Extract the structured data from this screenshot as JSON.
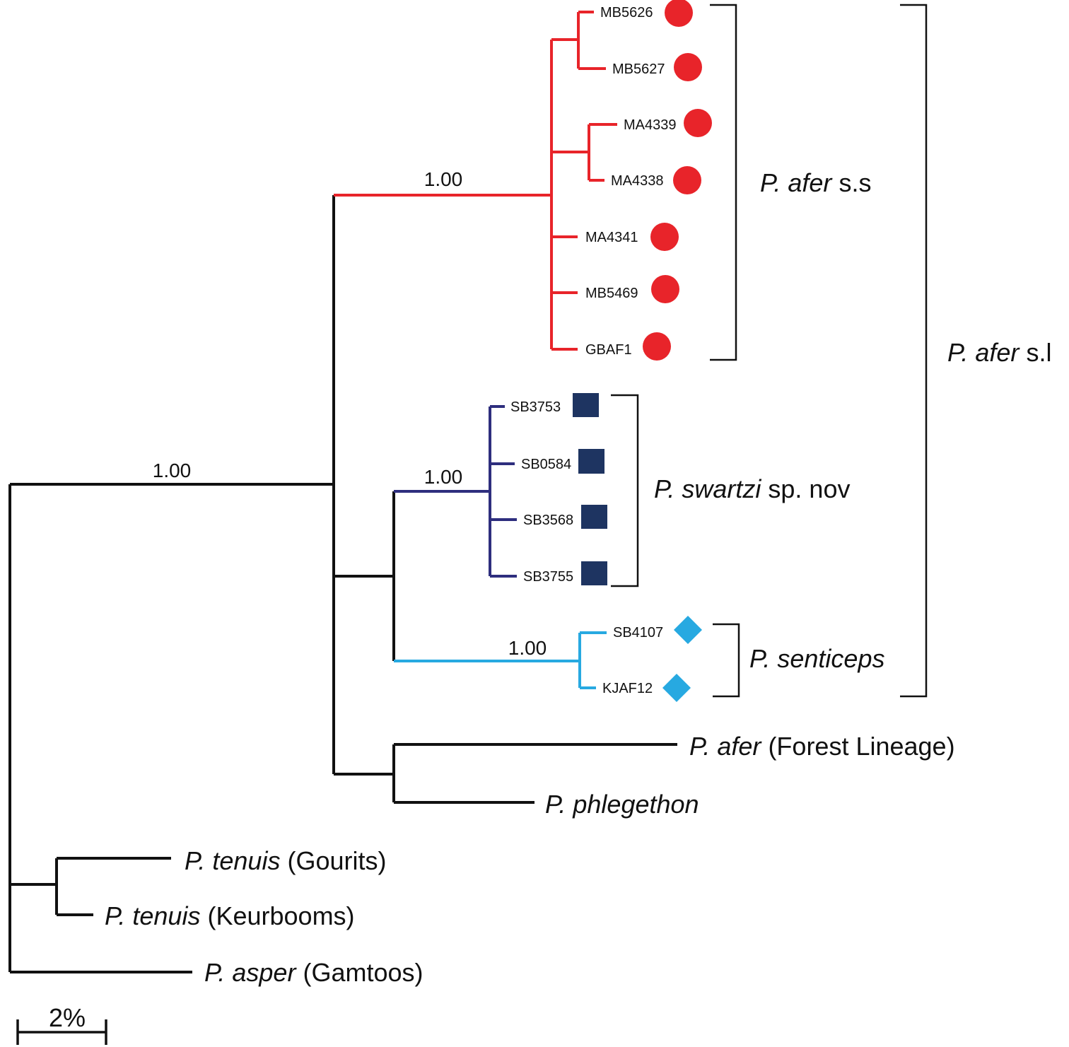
{
  "colors": {
    "afer_ss": "#e8242a",
    "swartzi": "#2e2e7e",
    "senticeps": "#27a9e1",
    "backbone": "#111111",
    "square_marker": "#1e3461",
    "diamond_marker": "#27a9e1",
    "circle_marker": "#e8242a"
  },
  "support_values": {
    "root_clade": "1.00",
    "afer_ss": "1.00",
    "swartzi": "1.00",
    "senticeps": "1.00"
  },
  "leaves": {
    "afer_ss": [
      "MB5626",
      "MB5627",
      "MA4339",
      "MA4338",
      "MA4341",
      "MB5469",
      "GBAF1"
    ],
    "swartzi": [
      "SB3753",
      "SB0584",
      "SB3568",
      "SB3755"
    ],
    "senticeps": [
      "SB4107",
      "KJAF12"
    ]
  },
  "clade_labels": {
    "afer_ss": {
      "genus": "P.",
      "species": "afer",
      "suffix": " s.s"
    },
    "afer_sl": {
      "genus": "P.",
      "species": "afer",
      "suffix": " s.l"
    },
    "swartzi": {
      "genus": "P.",
      "species": "swartzi",
      "suffix": " sp. nov"
    },
    "senticeps": {
      "genus": "P.",
      "species": "senticeps",
      "suffix": ""
    }
  },
  "taxa": {
    "afer_forest": {
      "genus": "P.",
      "species": "afer",
      "suffix": " (Forest Lineage)"
    },
    "phlegethon": {
      "genus": "P.",
      "species": "phlegethon",
      "suffix": ""
    },
    "tenuis_gourits": {
      "genus": "P.",
      "species": "tenuis",
      "suffix": " (Gourits)"
    },
    "tenuis_keurbooms": {
      "genus": "P.",
      "species": "tenuis",
      "suffix": " (Keurbooms)"
    },
    "asper_gamtoos": {
      "genus": "P.",
      "species": "asper",
      "suffix": " (Gamtoos)"
    }
  },
  "scale_bar": {
    "label": "2%"
  }
}
